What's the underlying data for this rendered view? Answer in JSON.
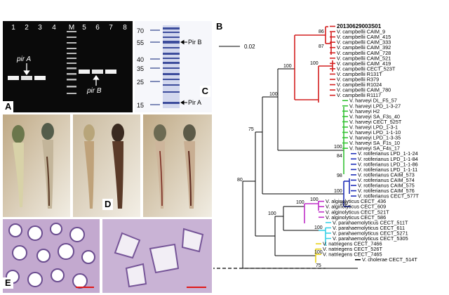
{
  "panels": {
    "a": {
      "label": "A",
      "lanes": [
        "1",
        "2",
        "3",
        "4",
        "M",
        "5",
        "6",
        "7",
        "8"
      ],
      "pir_a": "pir A",
      "pir_b": "pir B"
    },
    "b": {
      "label": "B",
      "scale": "0.02"
    },
    "c": {
      "label": "C",
      "markers": [
        "70",
        "55",
        "40",
        "35",
        "25",
        "15"
      ],
      "pir_b": "Pir B",
      "pir_a": "Pir A"
    },
    "d": {
      "label": "D"
    },
    "e": {
      "label": "E"
    }
  },
  "tree": {
    "taxa": [
      {
        "name": "20130629003S01",
        "bold": true,
        "color": "#d42020"
      },
      {
        "name": "V. campbellii CAIM_9",
        "color": "#d42020"
      },
      {
        "name": "V. campbellii CAIM_415",
        "color": "#d42020"
      },
      {
        "name": "V. campbellii CAIM_333",
        "color": "#d42020"
      },
      {
        "name": "V. campbellii CAIM_392",
        "color": "#d42020"
      },
      {
        "name": "V. campbellii CAIM_728",
        "color": "#d42020"
      },
      {
        "name": "V. campbellii CAIM_521",
        "color": "#d42020"
      },
      {
        "name": "V. campbellii CAIM_419",
        "color": "#d42020"
      },
      {
        "name": "V. campbellii CECT_523T",
        "color": "#d42020"
      },
      {
        "name": "V. campbellii R131T",
        "color": "#d42020"
      },
      {
        "name": "V. campbellii R379",
        "color": "#d42020"
      },
      {
        "name": "V. campbellii R1024",
        "color": "#d42020"
      },
      {
        "name": "V. campbellii CAIM_780",
        "color": "#d42020"
      },
      {
        "name": "V. campbellii R1117",
        "color": "#d42020"
      },
      {
        "name": "V. harveyi DL_F5_57",
        "color": "#36c236"
      },
      {
        "name": "V. harveyi LPD_1-3-27",
        "color": "#36c236"
      },
      {
        "name": "V. harveyi H2",
        "color": "#36c236"
      },
      {
        "name": "V. harveyi SA_F3s_40",
        "color": "#36c236"
      },
      {
        "name": "V. harveyi CECT_525T",
        "color": "#36c236"
      },
      {
        "name": "V. harveyi LPD_1-3-1",
        "color": "#36c236"
      },
      {
        "name": "V. harveyi LPD_1-1-10",
        "color": "#36c236"
      },
      {
        "name": "V. harveyi LPD_1-3-35",
        "color": "#36c236"
      },
      {
        "name": "V. harveyi SA_F1s_10",
        "color": "#36c236"
      },
      {
        "name": "V. harveyi SA_F4s_17",
        "color": "#36c236"
      },
      {
        "name": "V. rotiferianus LPD_1-1-24",
        "color": "#1f2fb8"
      },
      {
        "name": "V. rotiferianus LPD_1-1-84",
        "color": "#1f2fb8"
      },
      {
        "name": "V. rotiferianus LPD_1-1-86",
        "color": "#1f2fb8"
      },
      {
        "name": "V. rotiferianus LPD_1-1-11",
        "color": "#1f2fb8"
      },
      {
        "name": "V. rotiferianus CAIM_573",
        "color": "#1f2fb8"
      },
      {
        "name": "V. rotiferianus CAIM_574",
        "color": "#1f2fb8"
      },
      {
        "name": "V. rotiferianus CAIM_575",
        "color": "#1f2fb8"
      },
      {
        "name": "V. rotiferianus CAIM_576",
        "color": "#1f2fb8"
      },
      {
        "name": "V. rotiferianus CECT_577T",
        "color": "#1f2fb8"
      },
      {
        "name": "V. alginolyticus CECT_436",
        "color": "#c030c8"
      },
      {
        "name": "V. alginolyticus CECT_609",
        "color": "#c030c8"
      },
      {
        "name": "V. alginolyticus CECT_521T",
        "color": "#c030c8"
      },
      {
        "name": "V. alginolyticus CECT_586",
        "color": "#c030c8"
      },
      {
        "name": "V. parahaemolyticus CECT_511T",
        "color": "#3ad0e6"
      },
      {
        "name": "V. parahaemolyticus CECT_611",
        "color": "#3ad0e6"
      },
      {
        "name": "V. parahaemolyticus CECT_5271",
        "color": "#3ad0e6"
      },
      {
        "name": "V. parahaemolyticus CECT_5305",
        "color": "#3ad0e6"
      },
      {
        "name": "V. natriegens CECT_7466",
        "color": "#e8d21a"
      },
      {
        "name": "V. natriegens CECT_526T",
        "color": "#e8d21a"
      },
      {
        "name": "V. natriegens CECT_7465",
        "color": "#e8d21a"
      },
      {
        "name": "V. cholerae CECT_514T",
        "color": "#000000"
      }
    ],
    "bootstraps": [
      "86",
      "87",
      "100",
      "100",
      "84",
      "98",
      "100",
      "75",
      "80",
      "100",
      "100",
      "100",
      "100",
      "100",
      "100",
      "100",
      "75",
      "100"
    ]
  }
}
